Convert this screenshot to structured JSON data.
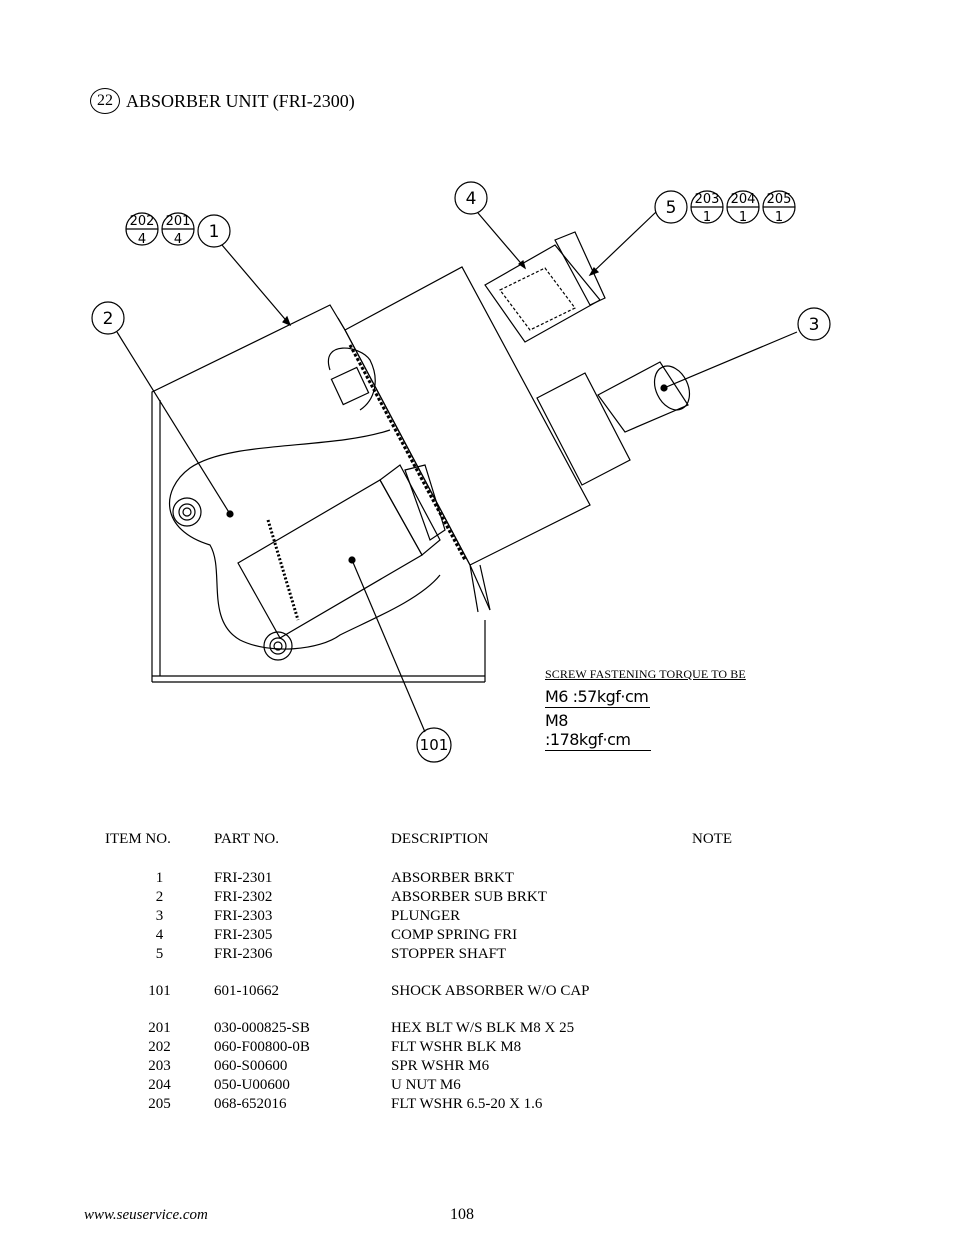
{
  "header": {
    "section_number": "22",
    "title": "ABSORBER UNIT (FRI-2300)"
  },
  "callouts": {
    "c1": "1",
    "c2": "2",
    "c3": "3",
    "c4": "4",
    "c5": "5",
    "c101": "101",
    "hw_202": {
      "num": "202",
      "qty": "4"
    },
    "hw_201": {
      "num": "201",
      "qty": "4"
    },
    "hw_203": {
      "num": "203",
      "qty": "1"
    },
    "hw_204": {
      "num": "204",
      "qty": "1"
    },
    "hw_205": {
      "num": "205",
      "qty": "1"
    }
  },
  "torque": {
    "title": "SCREW FASTENING TORQUE TO BE",
    "m6": "M6 :57kgf·cm",
    "m8": "M8 :178kgf·cm"
  },
  "table": {
    "headers": {
      "item": "ITEM NO.",
      "part": "PART NO.",
      "desc": "DESCRIPTION",
      "note": "NOTE"
    },
    "group1": [
      {
        "item": "1",
        "part": "FRI-2301",
        "desc": "ABSORBER BRKT"
      },
      {
        "item": "2",
        "part": "FRI-2302",
        "desc": "ABSORBER SUB BRKT"
      },
      {
        "item": "3",
        "part": "FRI-2303",
        "desc": "PLUNGER"
      },
      {
        "item": "4",
        "part": "FRI-2305",
        "desc": "COMP SPRING FRI"
      },
      {
        "item": "5",
        "part": "FRI-2306",
        "desc": "STOPPER SHAFT"
      }
    ],
    "group2": [
      {
        "item": "101",
        "part": "601-10662",
        "desc": "SHOCK ABSORBER W/O CAP"
      }
    ],
    "group3": [
      {
        "item": "201",
        "part": "030-000825-SB",
        "desc": "HEX BLT W/S BLK M8  X 25"
      },
      {
        "item": "202",
        "part": "060-F00800-0B",
        "desc": "FLT WSHR BLK M8"
      },
      {
        "item": "203",
        "part": "060-S00600",
        "desc": "SPR WSHR M6"
      },
      {
        "item": "204",
        "part": "050-U00600",
        "desc": "U NUT M6"
      },
      {
        "item": "205",
        "part": "068-652016",
        "desc": "FLT WSHR 6.5-20  X 1.6"
      }
    ]
  },
  "footer": {
    "url": "www.seuservice.com",
    "page": "108"
  }
}
